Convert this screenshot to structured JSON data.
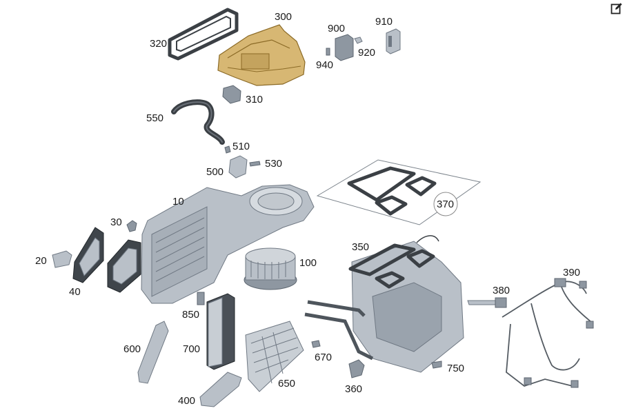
{
  "toolbar": {
    "edit_icon": "edit-icon"
  },
  "labels": {
    "p10": "10",
    "p20": "20",
    "p30": "30",
    "p40": "40",
    "p100": "100",
    "p300": "300",
    "p310": "310",
    "p320": "320",
    "p350": "350",
    "p360": "360",
    "p370": "370",
    "p380": "380",
    "p390": "390",
    "p400": "400",
    "p500": "500",
    "p510": "510",
    "p530": "530",
    "p550": "550",
    "p600": "600",
    "p650": "650",
    "p670": "670",
    "p700": "700",
    "p750": "750",
    "p850": "850",
    "p900": "900",
    "p910": "910",
    "p920": "920",
    "p940": "940"
  },
  "colors": {
    "highlight_part": "#d7b773",
    "part": "#b9c0c8",
    "gasket": "#3b4045"
  }
}
